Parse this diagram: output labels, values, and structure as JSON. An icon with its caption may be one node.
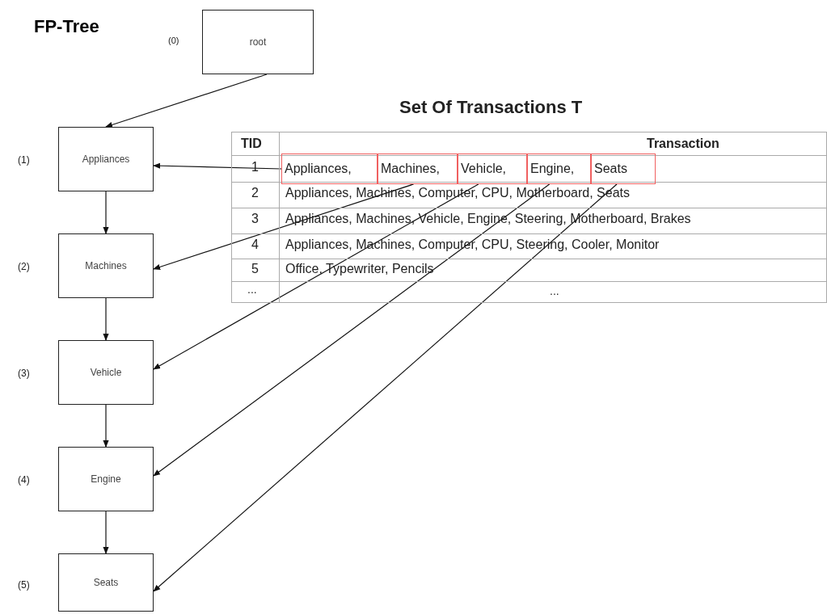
{
  "diagram": {
    "title": "FP-Tree",
    "nodes": [
      {
        "text": [
          "root"
        ]
      },
      {
        "text": [
          "Appliances"
        ]
      },
      {
        "text": [
          "Machines"
        ]
      },
      {
        "text": [
          "Vehicle"
        ]
      },
      {
        "text": [
          "Engine"
        ]
      },
      {
        "text": [
          "Seats"
        ]
      },
      {
        "text": [
          "Appliances,"
        ]
      },
      {
        "text": [
          "Machines,"
        ]
      },
      {
        "text": [
          "Vehicle,"
        ]
      },
      {
        "text": [
          "Engine,"
        ]
      },
      {
        "text": [
          "Seats"
        ]
      }
    ],
    "edges": [
      {
        "from": 0,
        "to": 1,
        "arrow": "to"
      },
      {
        "from": 1,
        "to": 2,
        "arrow": "to"
      },
      {
        "from": 2,
        "to": 3,
        "arrow": "to"
      },
      {
        "from": 3,
        "to": 4,
        "arrow": "to"
      },
      {
        "from": 4,
        "to": 5,
        "arrow": "to"
      },
      {
        "from": 6,
        "to": 1,
        "arrow": "to"
      },
      {
        "from": 7,
        "to": 2,
        "arrow": "to"
      },
      {
        "from": 8,
        "to": 3,
        "arrow": "to"
      },
      {
        "from": 9,
        "to": 4,
        "arrow": "to"
      },
      {
        "from": 10,
        "to": 5,
        "arrow": "to"
      }
    ],
    "labels": [
      "(0)",
      "(1)",
      "(2)",
      "(3)",
      "(4)",
      "(5)",
      "Set Of Transactions T",
      "TID",
      "Transaction",
      "1",
      "2",
      "Appliances, Machines, Computer, CPU, Motherboard, Seats",
      "3",
      "Appliances, Machines, Vehicle, Engine, Steering, Motherboard, Brakes",
      "4",
      "Appliances, Machines, Computer, CPU, Steering, Cooler, Monitor",
      "5",
      "Office, Typewriter, Pencils",
      "...",
      "..."
    ]
  }
}
